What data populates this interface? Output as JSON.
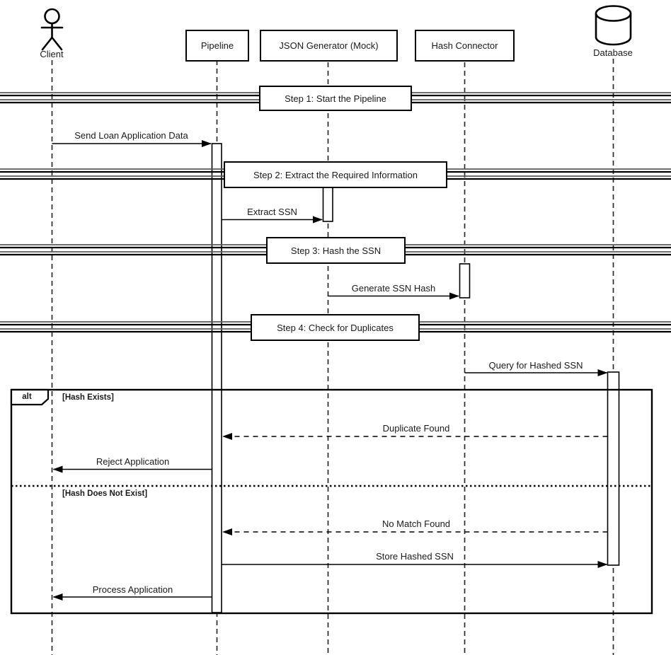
{
  "diagram": {
    "type": "uml-sequence",
    "participants": {
      "client": "Client",
      "pipeline": "Pipeline",
      "json_generator": "JSON Generator (Mock)",
      "hash_connector": "Hash Connector",
      "database": "Database"
    },
    "steps": {
      "step1": "Step 1: Start the Pipeline",
      "step2": "Step 2: Extract the Required Information",
      "step3": "Step 3: Hash the SSN",
      "step4": "Step 4: Check for Duplicates"
    },
    "messages": {
      "send_loan": "Send Loan Application Data",
      "extract_ssn": "Extract SSN",
      "generate_hash": "Generate SSN Hash",
      "query_hash": "Query for Hashed SSN",
      "duplicate_found": "Duplicate Found",
      "reject_application": "Reject Application",
      "no_match_found": "No Match Found",
      "store_hash": "Store Hashed SSN",
      "process_application": "Process Application"
    },
    "alt_fragment": {
      "operator": "alt",
      "condition_true": "[Hash Exists]",
      "condition_false": "[Hash Does Not Exist]"
    },
    "colors": {
      "stroke": "#000000",
      "divider_light": "#5a5a5a",
      "background": "#ffffff"
    }
  }
}
